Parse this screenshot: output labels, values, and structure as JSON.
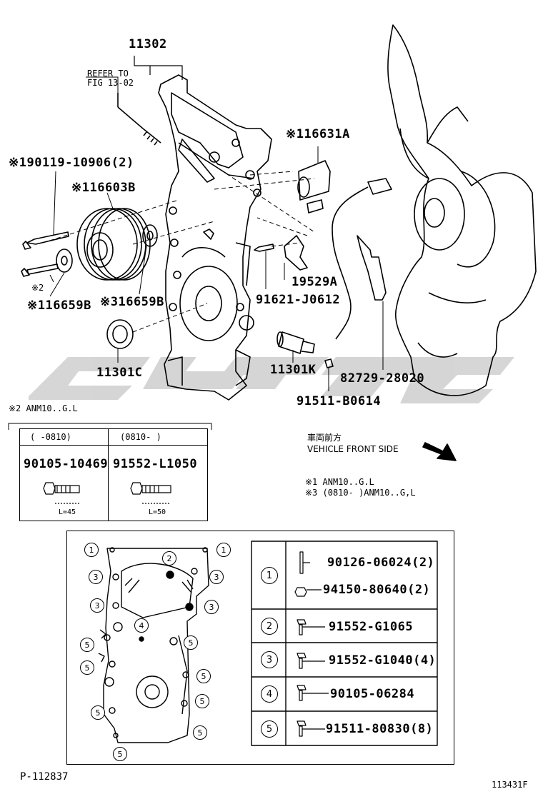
{
  "labels": {
    "p11302": "11302",
    "refer_line1": "REFER TO",
    "refer_line2": "FIG 13-02",
    "p16631a": "※116631A",
    "p90119": "※190119-10906(2)",
    "p16603b": "※116603B",
    "p19529a": "19529A",
    "p91621": "91621-J0612",
    "note2_mark": "※2",
    "p16659b_1": "※116659B",
    "p16659b_3": "※316659B",
    "p11301c": "11301C",
    "p11301k": "11301K",
    "p82729": "82729-28020",
    "p91511b": "91511-B0614"
  },
  "variant_table": {
    "title": "※2 ANM10..G.L",
    "col1_head": "(      -0810)",
    "col2_head": "(0810-      )",
    "col1_part": "90105-10469",
    "col2_part": "91552-L1050",
    "col1_len": "L=45",
    "col2_len": "L=50"
  },
  "front_side": {
    "jp": "車両前方",
    "en": "VEHICLE FRONT SIDE"
  },
  "notes": {
    "n1": "※1 ANM10..G.L",
    "n3": "※3 (0810-       )ANM10..G,L"
  },
  "bolt_legend": [
    {
      "key": "1",
      "parts": [
        "90126-06024(2)",
        "94150-80640(2)"
      ]
    },
    {
      "key": "2",
      "parts": [
        "91552-G1065"
      ]
    },
    {
      "key": "3",
      "parts": [
        "91552-G1040(4)"
      ]
    },
    {
      "key": "4",
      "parts": [
        "90105-06284"
      ]
    },
    {
      "key": "5",
      "parts": [
        "91511-80830(8)"
      ]
    }
  ],
  "cover_markers": [
    "1",
    "1",
    "2",
    "3",
    "3",
    "3",
    "3",
    "4",
    "5",
    "5",
    "5",
    "5",
    "5",
    "5",
    "5",
    "5"
  ],
  "footer": {
    "left_code": "P-112837",
    "right_code": "113431F"
  }
}
